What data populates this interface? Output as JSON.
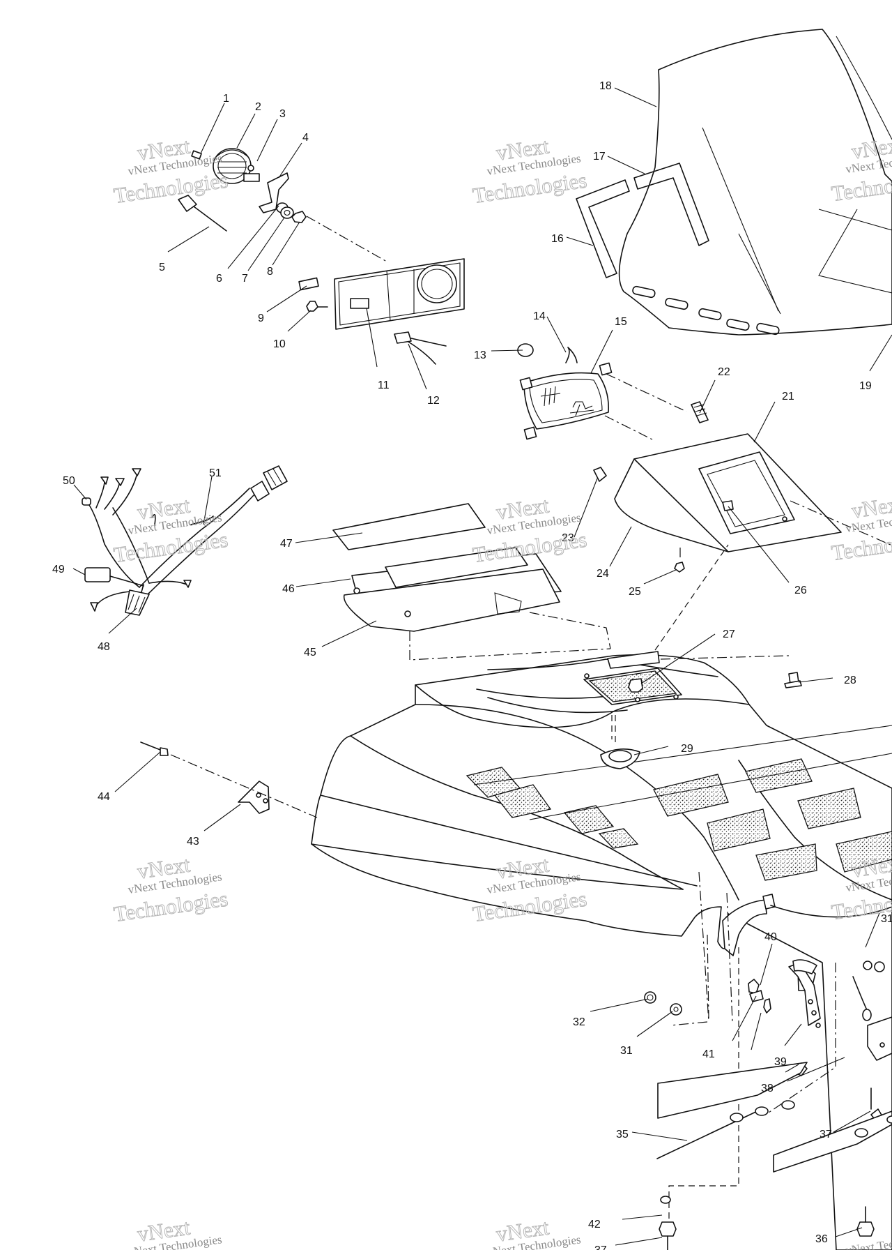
{
  "callouts": [
    {
      "n": "1"
    },
    {
      "n": "2"
    },
    {
      "n": "3"
    },
    {
      "n": "4"
    },
    {
      "n": "5"
    },
    {
      "n": "6"
    },
    {
      "n": "7"
    },
    {
      "n": "8"
    },
    {
      "n": "9"
    },
    {
      "n": "10"
    },
    {
      "n": "11"
    },
    {
      "n": "12"
    },
    {
      "n": "13"
    },
    {
      "n": "14"
    },
    {
      "n": "15"
    },
    {
      "n": "16"
    },
    {
      "n": "17"
    },
    {
      "n": "18"
    },
    {
      "n": "19"
    },
    {
      "n": "21"
    },
    {
      "n": "22"
    },
    {
      "n": "23"
    },
    {
      "n": "24"
    },
    {
      "n": "25"
    },
    {
      "n": "26"
    },
    {
      "n": "27"
    },
    {
      "n": "28"
    },
    {
      "n": "29"
    },
    {
      "n": "31"
    },
    {
      "n": "32"
    },
    {
      "n": "31"
    },
    {
      "n": "35"
    },
    {
      "n": "36"
    },
    {
      "n": "37"
    },
    {
      "n": "37"
    },
    {
      "n": "38"
    },
    {
      "n": "39"
    },
    {
      "n": "40"
    },
    {
      "n": "41"
    },
    {
      "n": "42"
    },
    {
      "n": "43"
    },
    {
      "n": "44"
    },
    {
      "n": "45"
    },
    {
      "n": "46"
    },
    {
      "n": "47"
    },
    {
      "n": "48"
    },
    {
      "n": "49"
    },
    {
      "n": "50"
    },
    {
      "n": "51"
    }
  ],
  "watermark": {
    "line1": "vNext Technologies",
    "line2": "vNext",
    "line3": "Technologies"
  }
}
